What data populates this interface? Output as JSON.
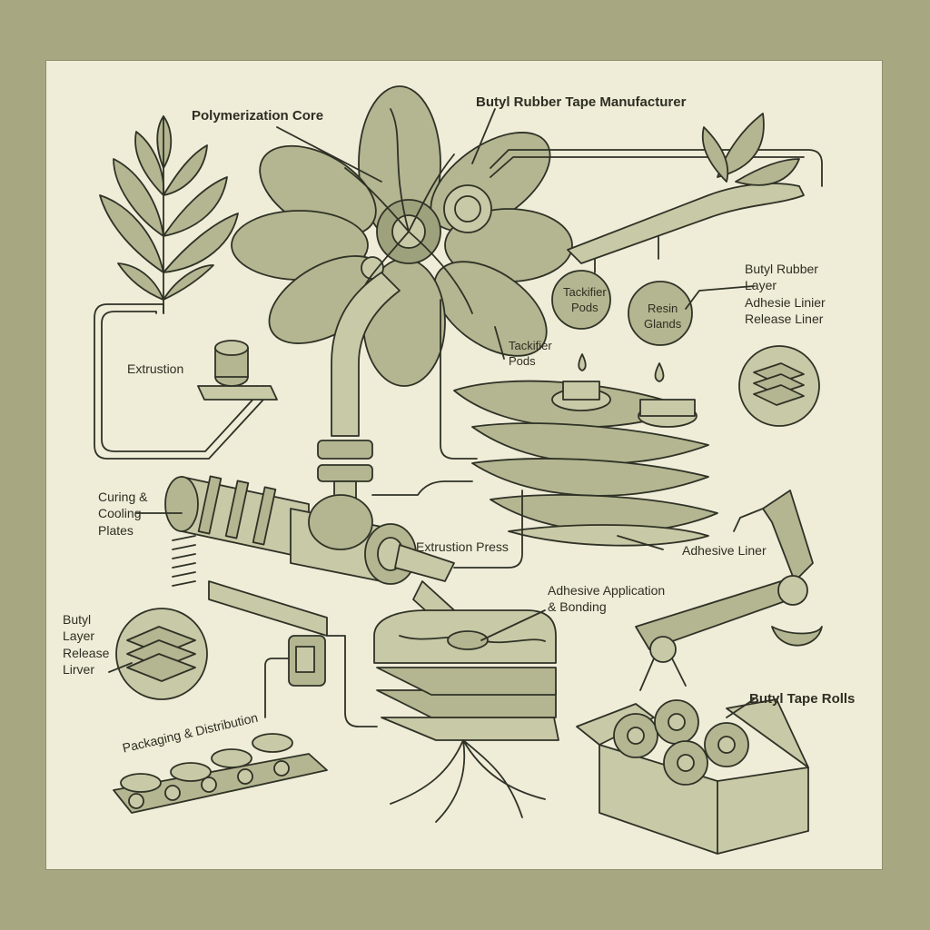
{
  "title": "Butyl Rubber Tape Manufacturer",
  "labels": {
    "polymerization_core": "Polymerization Core",
    "extrustion": "Extrustion",
    "curing_cooling": "Curing &\nCooling\nPlates",
    "butyl_layers_left": "Butyl\nLayer\nRelease\nLirver",
    "packaging": "Packaging & Distribution",
    "extrusion_press": "Extrustion Press",
    "adhesive_application": "Adhesive Application\n& Bonding",
    "tackifier_pods_pod": "Tackifier\nPods",
    "resin_glands_pod": "Resin\nGlands",
    "tackifier_pods_text": "Tackifier\nPods",
    "butyl_rubber_layers_right": "Butyl Rubber\nLayer\nAdhesie Linier\nRelease Liner",
    "adhesive_liner": "Adhesive Liner",
    "butyl_tape_rolls": "Butyl Tape Rolls"
  },
  "colors": {
    "background": "#a7a882",
    "panel": "#efecd8",
    "ink": "#2f3226",
    "fill": "#b3b690"
  }
}
